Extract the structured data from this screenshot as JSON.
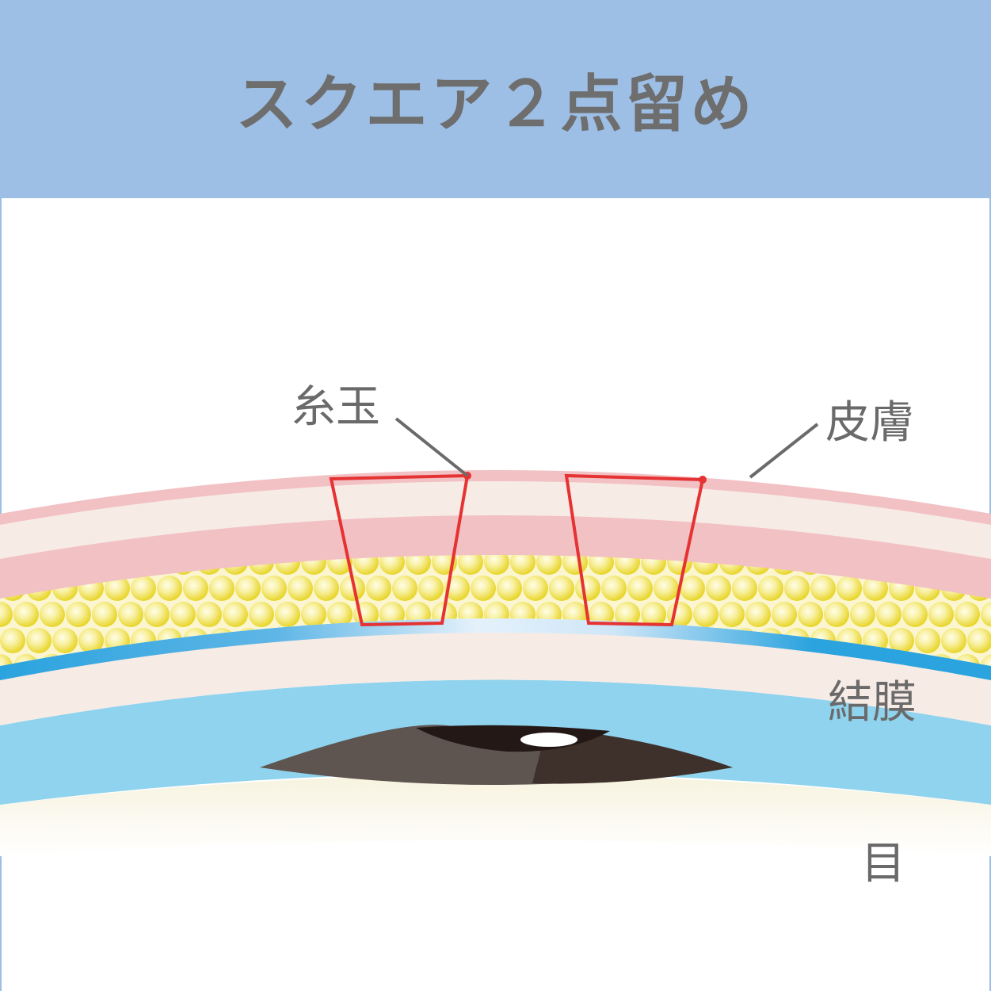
{
  "title": "スクエア２点留め",
  "labels": {
    "thread_knot": "糸玉",
    "skin": "皮膚",
    "conjunctiva": "結膜",
    "eye": "目"
  },
  "colors": {
    "header": "#9dbfe5",
    "title_text": "#6e6e6e",
    "skin_pink": "#f2c1c4",
    "skin_light": "#f7ebe6",
    "fat_yellow": "#f2e24a",
    "tarsus_blue": "#2aa3de",
    "conjunctiva_blue": "#8fd3ee",
    "thread_red": "#e53232",
    "leader_gray": "#6a6a6a"
  }
}
